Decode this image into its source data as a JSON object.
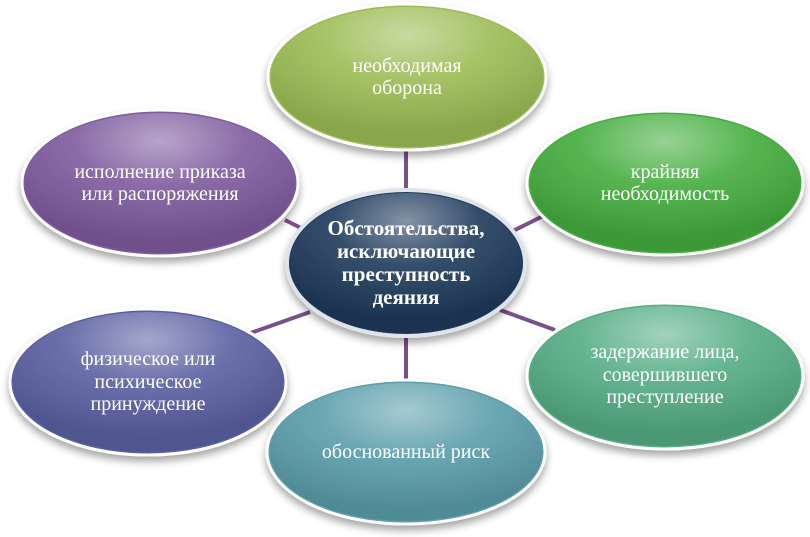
{
  "diagram": {
    "center": {
      "lines": [
        "Обстоятельства,",
        "исключающие",
        "преступность",
        "деяния"
      ]
    },
    "nodes": [
      {
        "id": "necessary-defense",
        "lines": [
          "необходимая",
          "оборона"
        ]
      },
      {
        "id": "extreme-necessity",
        "lines": [
          "крайняя",
          "необходимость"
        ]
      },
      {
        "id": "detention",
        "lines": [
          "задержание лица,",
          "совершившего",
          "преступление"
        ]
      },
      {
        "id": "justified-risk",
        "lines": [
          "обоснованный риск"
        ]
      },
      {
        "id": "coercion",
        "lines": [
          "физическое или",
          "психическое",
          "принуждение"
        ]
      },
      {
        "id": "order-execution",
        "lines": [
          "исполнение приказа",
          "или распоряжения"
        ]
      }
    ],
    "colors": {
      "connector": "#7b4f8c",
      "center_fill": "#1f3a5c",
      "center_border": "#d9dde6",
      "necessary_defense": "#9cbc55",
      "extreme_necessity": "#44ad3e",
      "detention": "#55ad84",
      "justified_risk": "#5b9eab",
      "coercion": "#5a5fa1",
      "order_execution": "#7e5b9e"
    }
  }
}
